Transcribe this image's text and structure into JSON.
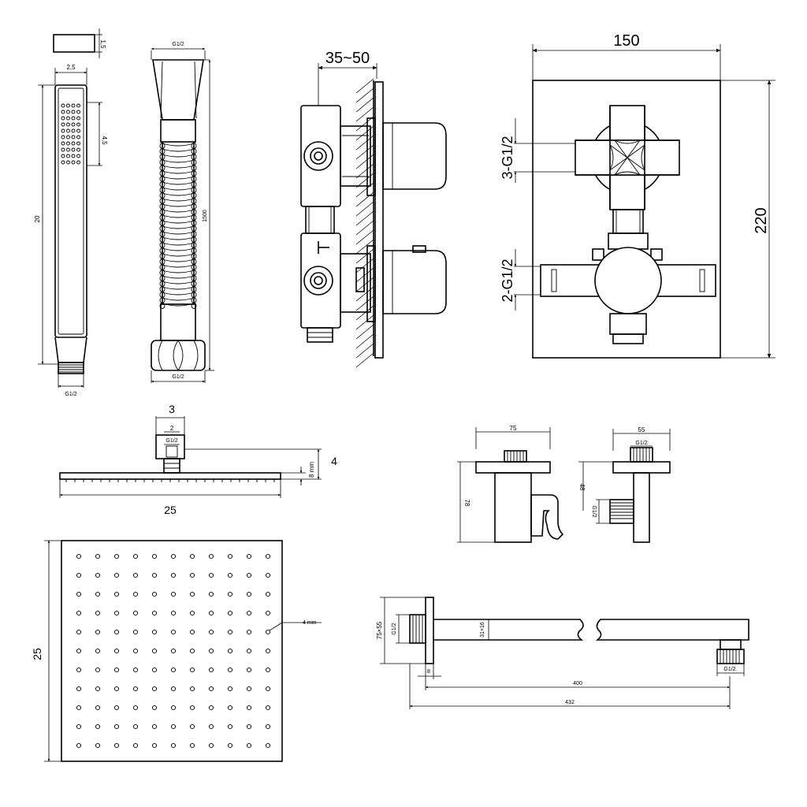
{
  "hand_shower": {
    "thickness": "1,5",
    "width": "2,5",
    "spray_length": "4,5",
    "length": "20",
    "thread": "G1/2"
  },
  "hose": {
    "top_thread": "G1/2",
    "length": "1500",
    "bottom_thread": "G1/2"
  },
  "valve_side": {
    "depth": "35~50"
  },
  "valve_front": {
    "width": "150",
    "height": "220",
    "outlets_top": "3-G1/2",
    "outlets_bottom": "2-G1/2"
  },
  "head_profile": {
    "inlet_width": "3",
    "connector_width": "2",
    "thread": "G1/2",
    "height": "4",
    "plate_thickness": "8 mm",
    "width": "25"
  },
  "head_top": {
    "size": "25",
    "nozzle": "4 mm"
  },
  "holder": {
    "width": "75",
    "height": "78"
  },
  "elbow": {
    "width": "55",
    "thread": "G1/2",
    "depth": "48",
    "side_thread": "G1/2"
  },
  "arm": {
    "flange": "75×55",
    "thread": "G1/2",
    "tube": "31×16",
    "offset": "8",
    "length": "400",
    "total": "432",
    "end_thread": "G1/2"
  }
}
